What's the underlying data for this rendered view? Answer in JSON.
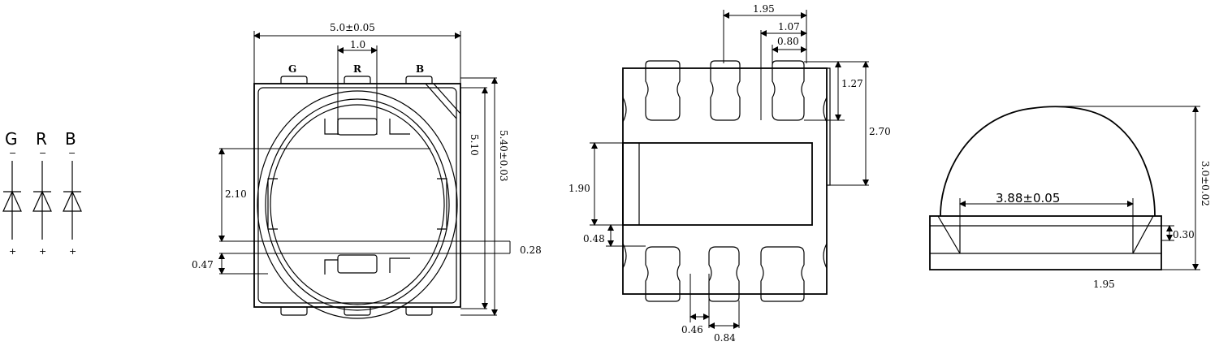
{
  "schematic": {
    "pins": [
      "G",
      "R",
      "B"
    ],
    "cathode_marks": [
      "−",
      "−",
      "−"
    ],
    "anode_marks": [
      "+",
      "+",
      "+"
    ]
  },
  "top_view": {
    "pad_labels": [
      "G",
      "R",
      "B"
    ],
    "dims": {
      "width": "5.0±0.05",
      "pad_width": "1.0",
      "height_inner": "5.10",
      "height_total": "5.40±0.03",
      "window_height": "2.10",
      "thickness": "0.28",
      "pad_length": "0.47"
    }
  },
  "bottom_view": {
    "dims": {
      "pitch": "1.95",
      "pad_width_a": "1.07",
      "pad_width_b": "0.80",
      "pad_length": "1.27",
      "body_span": "2.70",
      "center_pad": "1.90",
      "gap": "0.48",
      "pad_gap": "0.46",
      "pad_w": "0.84"
    }
  },
  "side_view": {
    "dims": {
      "lens_diameter": "3.88±0.05",
      "height": "3.0±0.02",
      "base_height": "0.30",
      "width": "1.95"
    }
  }
}
